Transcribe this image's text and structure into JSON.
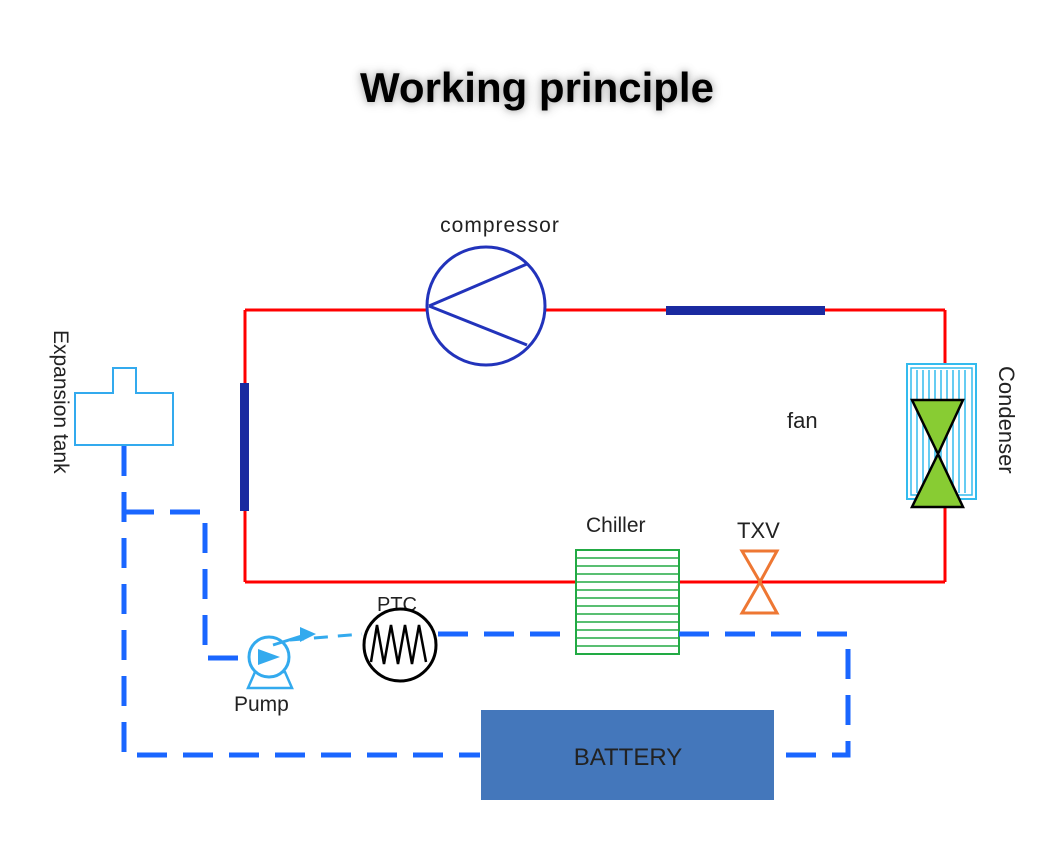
{
  "title": "Working principle",
  "labels": {
    "compressor": "compressor",
    "condenser": "Condenser",
    "fan": "fan",
    "chiller": "Chiller",
    "txv": "TXV",
    "ptc": "PTC",
    "pump": "Pump",
    "expansion_tank": "Expansion tank",
    "battery": "BATTERY"
  },
  "colors": {
    "refrigerant_line": "#ff0000",
    "coolant_line": "#1a66ff",
    "compressor": "#2233bb",
    "chiller": "#22aa44",
    "condenser_frame": "#33bbee",
    "fan_blades": "#88cc33",
    "txv": "#ee7733",
    "battery": "#4477bb",
    "expansion_tank": "#33aaee",
    "pump": "#33aaee"
  }
}
